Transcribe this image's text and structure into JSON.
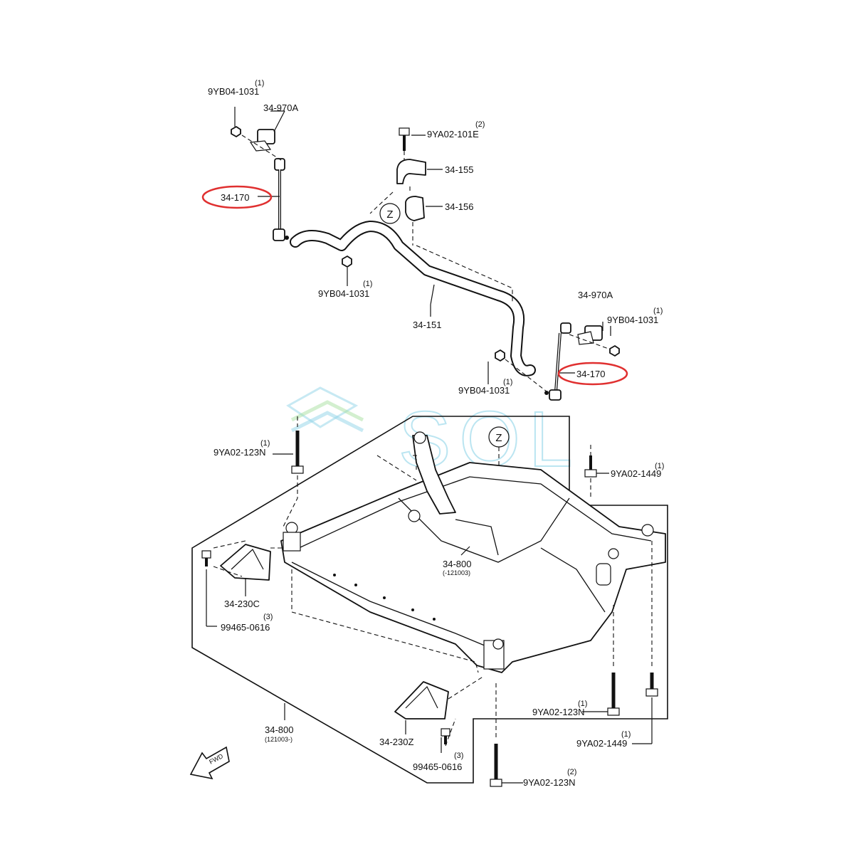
{
  "watermark": {
    "text": "SOL"
  },
  "callouts": {
    "z_upper": "Z",
    "z_lower": "Z"
  },
  "labels": {
    "nut_tl": "9YB04-1031",
    "nut_tl_qty": "(1)",
    "bracket_tl": "34-970A",
    "bolt_top": "9YA02-101E",
    "bolt_top_qty": "(2)",
    "clamp": "34-155",
    "bushing": "34-156",
    "link_left": "34-170",
    "nut_mid": "9YB04-1031",
    "nut_mid_qty": "(1)",
    "stab_bar": "34-151",
    "bracket_r": "34-970A",
    "nut_r": "9YB04-1031",
    "nut_r_qty": "(1)",
    "link_right": "34-170",
    "nut_lower": "9YB04-1031",
    "nut_lower_qty": "(1)",
    "bolt_l": "9YA02-123N",
    "bolt_l_qty": "(1)",
    "bolt_r": "9YA02-1449",
    "bolt_r_qty": "(1)",
    "crossmember_mid": "34-800",
    "crossmember_mid_date": "(-121003)",
    "bracket_c": "34-230C",
    "bolt_c": "99465-0616",
    "bolt_c_qty": "(3)",
    "bolt_br1": "9YA02-123N",
    "bolt_br1_qty": "(1)",
    "bolt_br2": "9YA02-1449",
    "bolt_br2_qty": "(1)",
    "crossmember_bot": "34-800",
    "crossmember_bot_date": "(121003-)",
    "bracket_z": "34-230Z",
    "bolt_z": "99465-0616",
    "bolt_z_qty": "(3)",
    "bolt_bottom": "9YA02-123N",
    "bolt_bottom_qty": "(2)",
    "fwd": "FWD"
  },
  "highlight_color": "#e03030",
  "icons": [
    "front-arrow-icon"
  ]
}
